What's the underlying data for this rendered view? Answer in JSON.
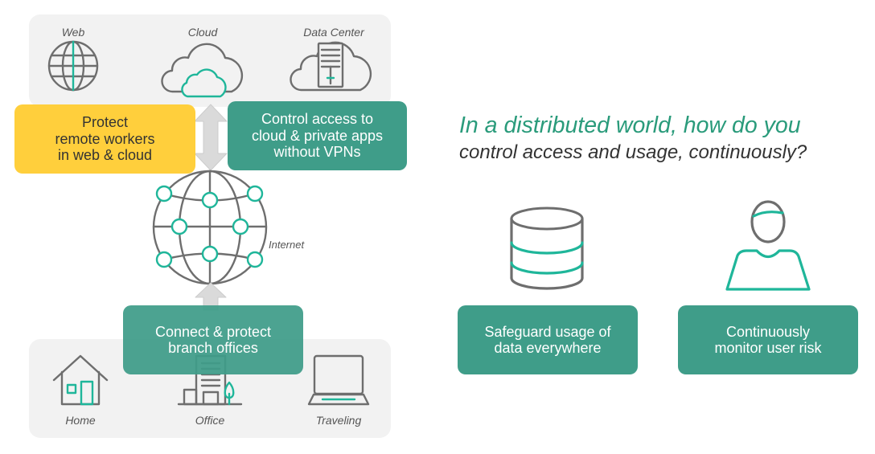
{
  "colors": {
    "panel": "#F2F2F2",
    "teal_box": "#3F9D89",
    "yellow_box": "#FFCF3C",
    "accent_teal": "#1FB69A",
    "heading_teal": "#2A9B7B",
    "icon_gray": "#6E6E6E",
    "arrow_gray": "#DADADA"
  },
  "cloud_sources": [
    {
      "label": "Web",
      "icon": "globe-icon"
    },
    {
      "label": "Cloud",
      "icon": "cloud-icon"
    },
    {
      "label": "Data Center",
      "icon": "data-center-icon"
    }
  ],
  "boxes": {
    "remote_workers": {
      "lines": [
        "Protect",
        "remote workers",
        "in web & cloud"
      ]
    },
    "private_apps": {
      "lines": [
        "Control access to",
        "cloud & private apps",
        "without VPNs"
      ]
    },
    "branch_offices": {
      "lines": [
        "Connect & protect",
        "branch offices"
      ]
    },
    "data_usage": {
      "lines": [
        "Safeguard usage of",
        "data everywhere"
      ]
    },
    "user_risk": {
      "lines": [
        "Continuously",
        "monitor user risk"
      ]
    }
  },
  "internet": {
    "label": "Internet",
    "icon": "internet-globe-icon"
  },
  "locations": [
    {
      "label": "Home",
      "icon": "house-icon"
    },
    {
      "label": "Office",
      "icon": "office-building-icon"
    },
    {
      "label": "Traveling",
      "icon": "laptop-icon"
    }
  ],
  "headline": {
    "line1": "In a distributed world, how do you",
    "line2": "control access and usage, continuously?"
  },
  "feature_icons": [
    "database-icon",
    "user-icon"
  ]
}
